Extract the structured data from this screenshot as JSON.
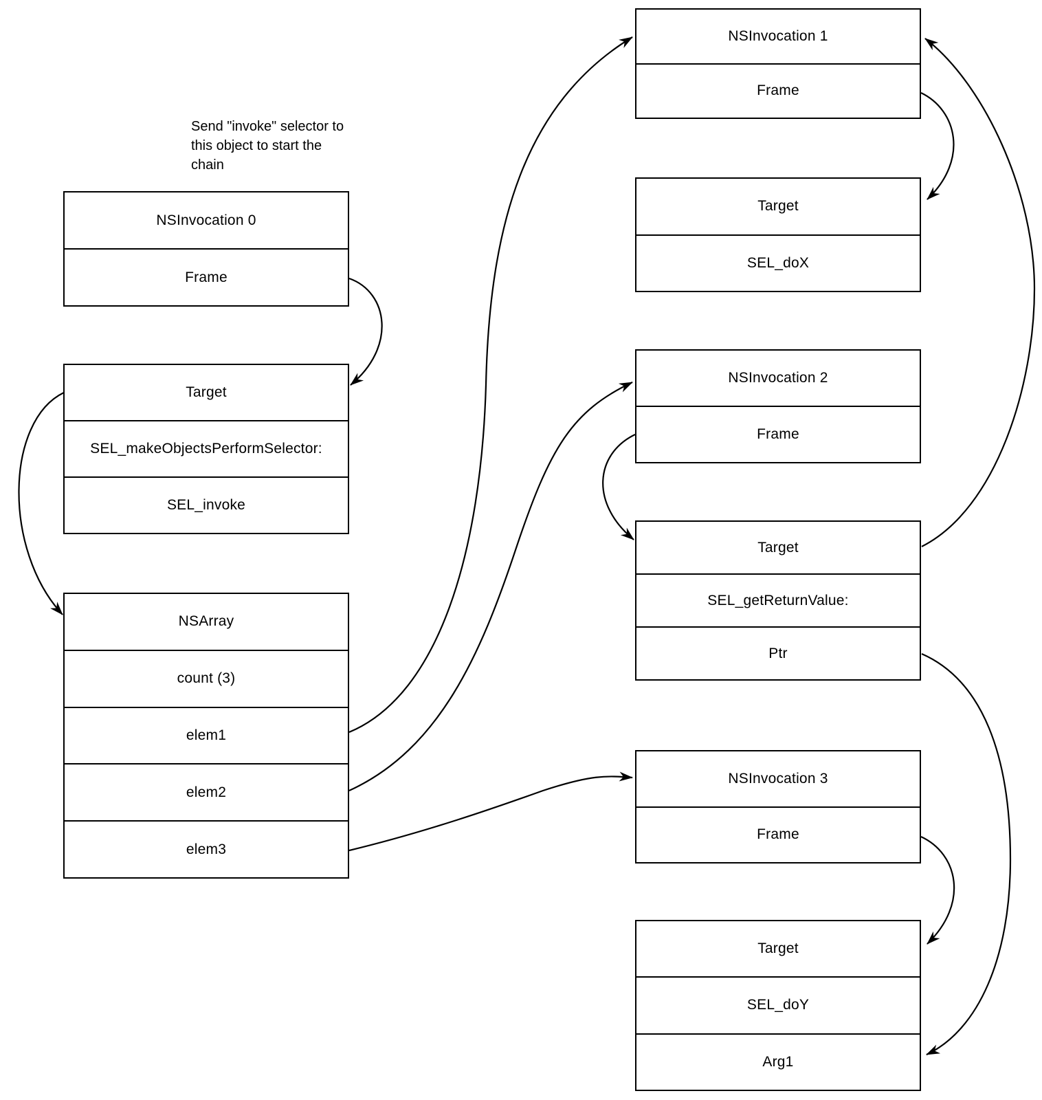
{
  "canvas": {
    "background": "#ffffff",
    "stroke_color": "#000000",
    "text_color": "#000000"
  },
  "annotation": {
    "lines": [
      "Send \"invoke\" selector to",
      "this object to start the",
      "chain"
    ]
  },
  "boxes": [
    {
      "id": "nsinvocation-0",
      "rows": [
        "NSInvocation 0",
        "Frame"
      ]
    },
    {
      "id": "target-invoke",
      "rows": [
        "Target",
        "SEL_makeObjectsPerformSelector:",
        "SEL_invoke"
      ]
    },
    {
      "id": "nsarray",
      "rows": [
        "NSArray",
        "count (3)",
        "elem1",
        "elem2",
        "elem3"
      ]
    },
    {
      "id": "nsinvocation-1",
      "rows": [
        "NSInvocation 1",
        "Frame"
      ]
    },
    {
      "id": "target-dox",
      "rows": [
        "Target",
        "SEL_doX"
      ]
    },
    {
      "id": "nsinvocation-2",
      "rows": [
        "NSInvocation 2",
        "Frame"
      ]
    },
    {
      "id": "target-getreturnvalue",
      "rows": [
        "Target",
        "SEL_getReturnValue:",
        "Ptr"
      ]
    },
    {
      "id": "nsinvocation-3",
      "rows": [
        "NSInvocation 3",
        "Frame"
      ]
    },
    {
      "id": "target-doy",
      "rows": [
        "Target",
        "SEL_doY",
        "Arg1"
      ]
    }
  ],
  "edges": [
    {
      "from": "nsinvocation-0.Frame",
      "to": "target-invoke.Target"
    },
    {
      "from": "target-invoke.Target",
      "to": "nsarray.NSArray"
    },
    {
      "from": "nsarray.elem1",
      "to": "nsinvocation-1.NSInvocation 1"
    },
    {
      "from": "nsarray.elem2",
      "to": "nsinvocation-2.NSInvocation 2"
    },
    {
      "from": "nsarray.elem3",
      "to": "nsinvocation-3.NSInvocation 3"
    },
    {
      "from": "nsinvocation-1.Frame",
      "to": "target-dox.Target"
    },
    {
      "from": "nsinvocation-2.Frame",
      "to": "target-getreturnvalue.Target"
    },
    {
      "from": "target-getreturnvalue.Target",
      "to": "nsinvocation-1.NSInvocation 1"
    },
    {
      "from": "target-getreturnvalue.Ptr",
      "to": "target-doy.Arg1"
    },
    {
      "from": "nsinvocation-3.Frame",
      "to": "target-doy.Target"
    }
  ]
}
